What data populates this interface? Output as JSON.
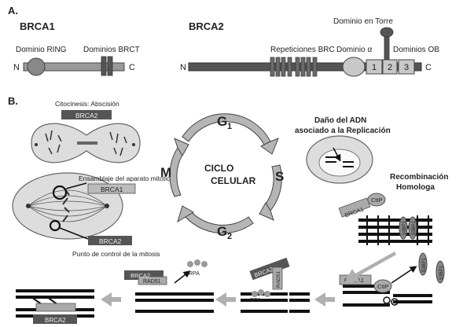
{
  "panel_a": {
    "label": "A.",
    "brca1": {
      "title": "BRCA1",
      "ring_label": "Dominio RING",
      "brct_label": "Dominios BRCT",
      "n_label": "N",
      "c_label": "C"
    },
    "brca2": {
      "title": "BRCA2",
      "tower_label": "Dominio en Torre",
      "brc_label": "Repeticiones  BRC",
      "alpha_label": "Dominio  α",
      "ob_label": "Dominios OB",
      "ob_numbers": [
        "1",
        "2",
        "3"
      ],
      "n_label": "N",
      "c_label": "C"
    }
  },
  "panel_b": {
    "label": "B.",
    "cytokinesis_label": "Citocinesis: Abscisión",
    "cytokinesis_box": "BRCA2",
    "spindle_label": "Ensamblaje del aparato mitótico",
    "spindle_box": "BRCA1",
    "checkpoint_box": "BRCA2",
    "checkpoint_label": "Punto de control de la mitosis",
    "cycle": {
      "center_line1": "CICLO",
      "center_line2": "CELULAR",
      "g1": "G",
      "g1_sub": "1",
      "s": "S",
      "g2": "G",
      "g2_sub": "2",
      "m": "M"
    },
    "damage_title_line1": "Daño del ADN",
    "damage_title_line2": "asociado a la Replicación",
    "hr_title_line1": "Recombinación",
    "hr_title_line2": "Homologa",
    "proteins": {
      "brca1": "BRCA1",
      "ctip": "CtIP",
      "p53bp1": "53BP1",
      "brca2": "BRCA2",
      "rad51": "RAD51",
      "rpa": "RPA"
    }
  },
  "colors": {
    "dark_gray": "#4d4d4d",
    "mid_gray": "#8a8a8a",
    "light_gray": "#c8c8c8",
    "arrow_gray": "#b0b0b0"
  }
}
